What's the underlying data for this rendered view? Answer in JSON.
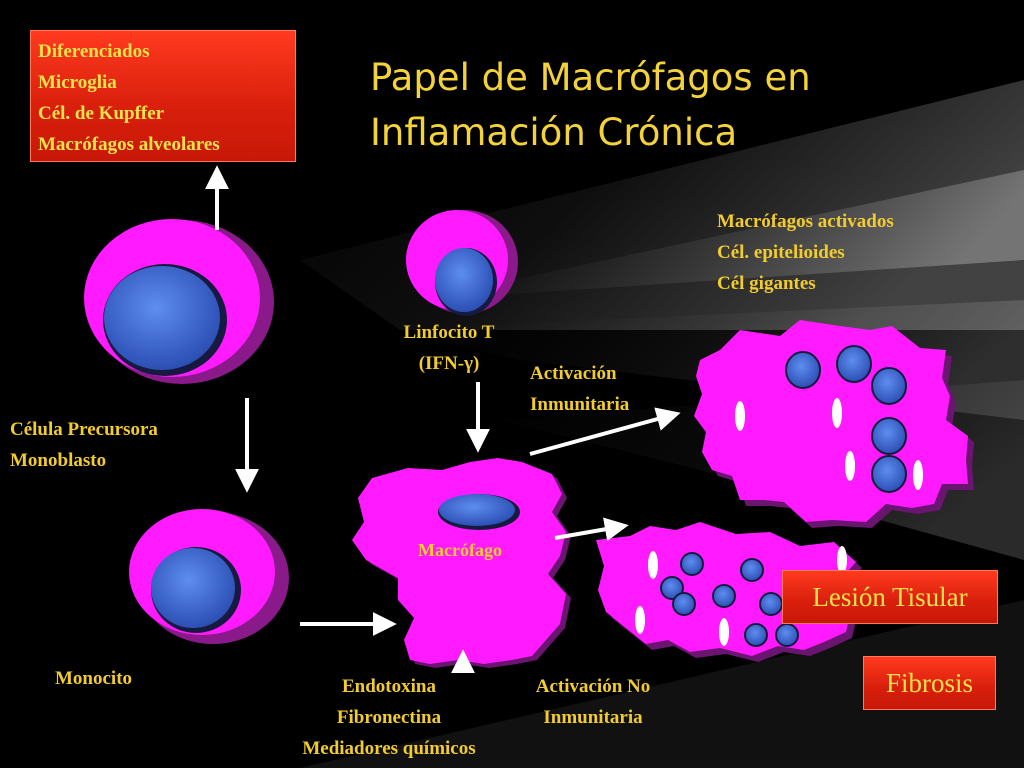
{
  "title": "Papel de Macrófagos en\nInflamación Crónica",
  "differentiated_box": "Diferenciados\nMicroglia\nCél. de Kupffer\nMacrófagos alveolares",
  "activated_list": "Macrófagos activados\nCél. epitelioides\nCél gigantes",
  "labels": {
    "precursor": "Célula Precursora\nMonoblasto",
    "monocyte": "Monocito",
    "lymphocyte": "Linfocito T\n(IFN-γ)",
    "macrophage": "Macrófago",
    "immune_activation": "Activación\nInmunitaria",
    "non_immune_activation": "Activación No\nInmunitaria",
    "stimuli": "Endotoxina\nFibronectina\nMediadores químicos"
  },
  "outcomes": {
    "tissue_injury": "Lesión Tisular",
    "fibrosis": "Fibrosis"
  },
  "colors": {
    "cell_body": "#ff00ff",
    "nucleus": "#3f6fd8",
    "label_text": "#f2cc2e",
    "outcome_box": "#e0200c"
  }
}
